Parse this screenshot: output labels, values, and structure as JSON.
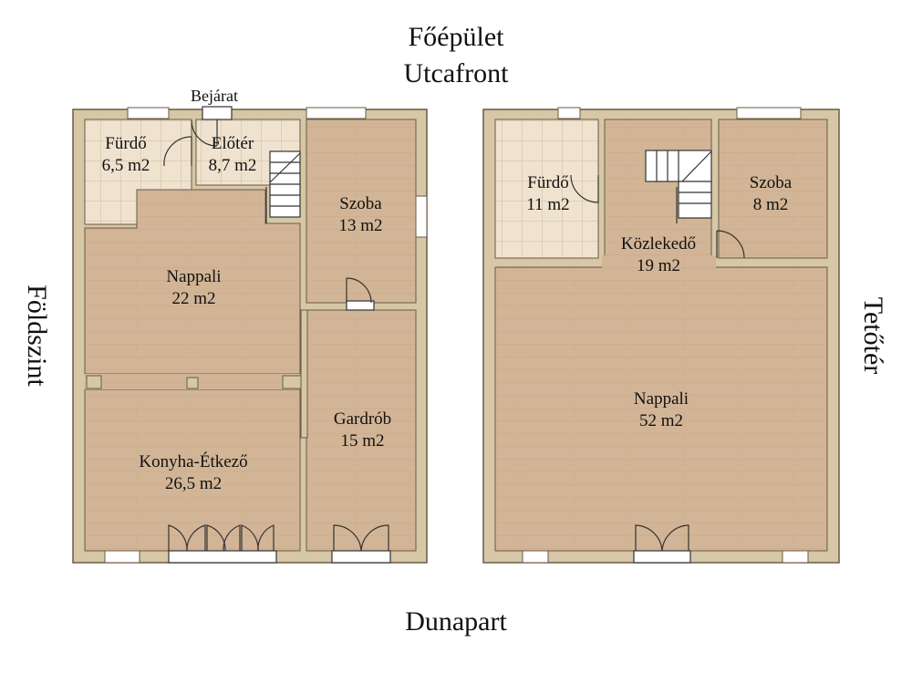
{
  "header": {
    "building": "Főépület",
    "street": "Utcafront"
  },
  "footer": {
    "side": "Dunapart"
  },
  "side_labels": {
    "left": "Földszint",
    "right": "Tetőtér"
  },
  "entrance": "Bejárat",
  "ground_floor": {
    "rooms": [
      {
        "name": "Fürdő",
        "area": "6,5 m2"
      },
      {
        "name": "Előtér",
        "area": "8,7 m2"
      },
      {
        "name": "Szoba",
        "area": "13 m2"
      },
      {
        "name": "Nappali",
        "area": "22 m2"
      },
      {
        "name": "Gardrób",
        "area": "15 m2"
      },
      {
        "name": "Konyha-Étkező",
        "area": "26,5 m2"
      }
    ]
  },
  "attic": {
    "rooms": [
      {
        "name": "Fürdő",
        "area": "11 m2"
      },
      {
        "name": "Szoba",
        "area": "8 m2"
      },
      {
        "name": "Közlekedő",
        "area": "19 m2"
      },
      {
        "name": "Nappali",
        "area": "52 m2"
      }
    ]
  },
  "colors": {
    "wall": "#d6c7a6",
    "wall_edge": "#6a5a45",
    "floor": "#d2b596",
    "tile": "#efe3cf",
    "tile_line": "#cdb99b"
  }
}
